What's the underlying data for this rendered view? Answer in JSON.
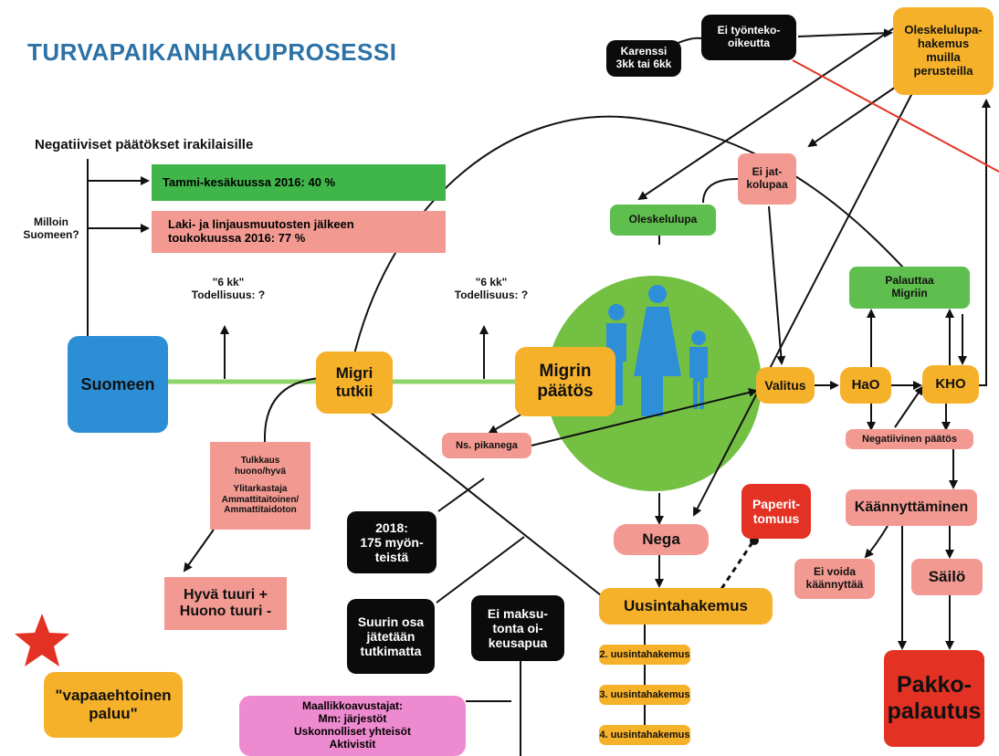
{
  "title": "TURVAPAIKANHAKUPROSESSI",
  "colors": {
    "yellow": "#f6b12a",
    "green": "#5fbf4e",
    "pink": "#f29a92",
    "black": "#0b0b0b",
    "red": "#e33224",
    "blue": "#2c8fd6",
    "title": "#2c72a6"
  },
  "stats": {
    "heading": "Negatiiviset päätökset irakilaisille",
    "question": "Milloin Suomeen?",
    "bar1": "Tammi-kesäkuussa 2016:  40 %",
    "bar2_line1": "Laki- ja linjausmuutosten jälkeen",
    "bar2_line2": "toukokuussa 2016: 77 %"
  },
  "timeline": {
    "six_months_1": "\"6 kk\"",
    "reality_1": "Todellisuus: ?",
    "six_months_2": "\"6 kk\"",
    "reality_2": "Todellisuus: ?"
  },
  "nodes": {
    "suomeen": "Suomeen",
    "migri_tutkii_1": "Migri",
    "migri_tutkii_2": "tutkii",
    "migrin_paatos_1": "Migrin",
    "migrin_paatos_2": "päätös",
    "ns_pikanega": "Ns. pikanega",
    "valitus": "Valitus",
    "hao": "HaO",
    "kho": "KHO",
    "negatiivinen_paatos": "Negatiivinen päätös",
    "palauttaa_1": "Palauttaa",
    "palauttaa_2": "Migriin",
    "oleskelulupa": "Oleskelulupa",
    "ei_jatkolupaa_1": "Ei jat-",
    "ei_jatkolupaa_2": "kolupaa",
    "karenssi_1": "Karenssi",
    "karenssi_2": "3kk tai 6kk",
    "ei_tyonteko_1": "Ei työnteko-",
    "ei_tyonteko_2": "oikeutta",
    "muilla_1": "Oleskelulupa-",
    "muilla_2": "hakemus",
    "muilla_3": "muilla",
    "muilla_4": "perusteilla",
    "nega": "Nega",
    "paperittomuus_1": "Paperit-",
    "paperittomuus_2": "tomuus",
    "uusintahakemus": "Uusintahakemus",
    "uusinta_2": "2. uusintahakemus",
    "uusinta_3": "3. uusintahakemus",
    "uusinta_4": "4. uusintahakemus",
    "kaannyttaminen": "Käännyttäminen",
    "ei_voida_1": "Ei voida",
    "ei_voida_2": "käännyttää",
    "sailo": "Säilö",
    "pakko_1": "Pakko-",
    "pakko_2": "palautus",
    "tulkkaus_1": "Tulkkaus",
    "tulkkaus_2": "huono/hyvä",
    "ylitarkastaja_1": "Ylitarkastaja",
    "ylitarkastaja_2": "Ammattitaitoinen/",
    "ylitarkastaja_3": "Ammattitaidoton",
    "tuuri_1": "Hyvä tuuri +",
    "tuuri_2": "Huono tuuri -",
    "y2018_1": "2018:",
    "y2018_2": "175 myön-",
    "y2018_3": "teistä",
    "suurin_1": "Suurin osa",
    "suurin_2": "jätetään",
    "suurin_3": "tutkimatta",
    "maksu_1": "Ei maksu-",
    "maksu_2": "tonta oi-",
    "maksu_3": "keusapua",
    "maallikko_1": "Maallikkoavustajat:",
    "maallikko_2": "Mm: järjestöt",
    "maallikko_3": "Uskonnolliset yhteisöt",
    "maallikko_4": "Aktivistit",
    "vapaaehtoinen_1": "\"vapaaehtoinen",
    "vapaaehtoinen_2": "paluu\""
  }
}
